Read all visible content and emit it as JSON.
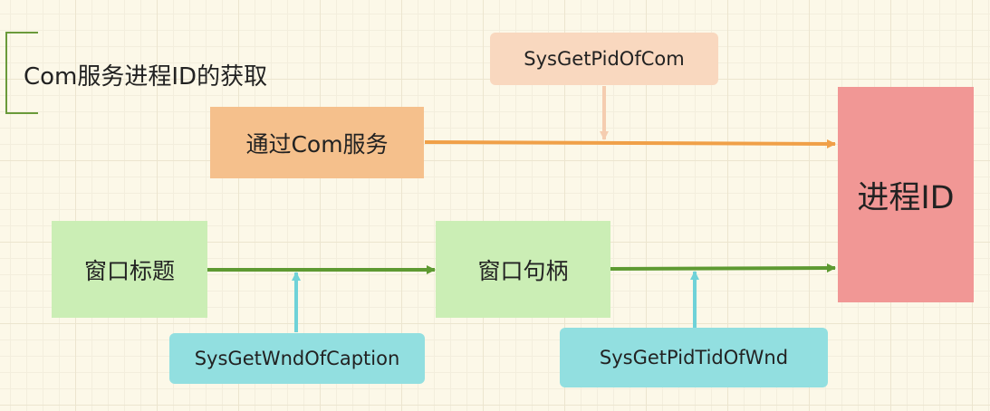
{
  "title": "Com服务进程ID的获取",
  "nodes": {
    "via_com": "通过Com服务",
    "window_title": "窗口标题",
    "window_handle": "窗口句柄",
    "process_id": "进程ID",
    "sys_get_pid_of_com": "SysGetPidOfCom",
    "sys_get_wnd_of_caption": "SysGetWndOfCaption",
    "sys_get_pid_tid_of_wnd": "SysGetPidTidOfWnd"
  },
  "colors": {
    "orange_box": "#f5c08c",
    "orange_light": "#f9d8bf",
    "orange_arrow": "#f0a048",
    "orange_light_arrow": "#f5cdb0",
    "green_box": "#cbeeb5",
    "green_arrow": "#5e9a32",
    "cyan_box": "#92dfe0",
    "cyan_arrow": "#6fd2d8",
    "red_box": "#f19795",
    "title_bracket": "#6a9a3a"
  }
}
